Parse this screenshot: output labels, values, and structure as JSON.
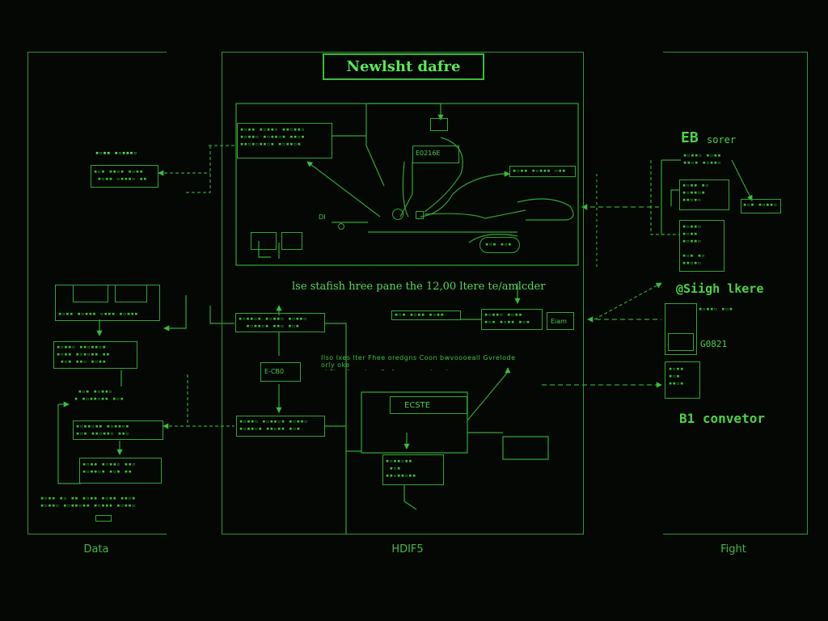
{
  "diagram": {
    "title": "Newlsht dafre",
    "caption_middle": "lse stafish hree pane the 12,00 ltere te/amlcder",
    "note_middle": "Ilso lxes lter Fhee oredgns Coon bwvoooeall Gvrelode orly oke\nci Fhoofees boo Owfpen neno be olcosa",
    "columns": [
      {
        "label": "Data"
      },
      {
        "label": "HDIF5"
      },
      {
        "label": "Fight"
      }
    ],
    "right_headings": {
      "eb_heading": "EB",
      "eb_sub": "sorer",
      "sigh_heading": "@Siigh lkere",
      "conveyor_heading": "B1 convetor",
      "code_text": "G0821"
    },
    "mid_labels": {
      "box_labels": [
        "E0216E",
        "ECSTE",
        "E-CB0"
      ],
      "side_label": "Eiam",
      "mini_code": "DI"
    },
    "colors": {
      "background": "#040704",
      "line": "#34a534",
      "text": "#4fd14a",
      "highlight": "#5ee05e"
    }
  }
}
